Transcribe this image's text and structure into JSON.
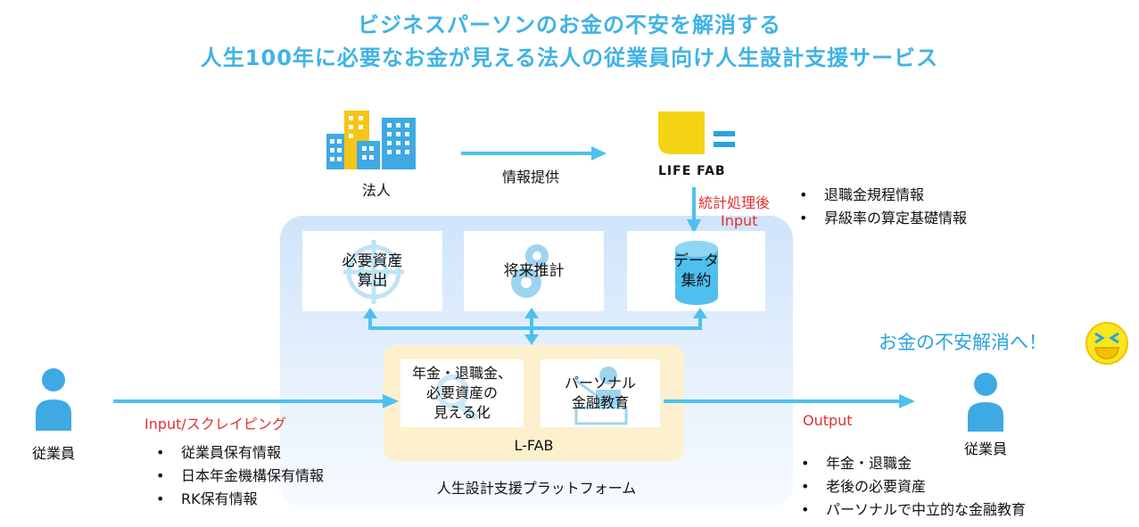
{
  "title": {
    "line1": "ビジネスパーソンのお金の不安を解消する",
    "line2": "人生100年に必要なお金が見える法人の従業員向け人生設計支援サービス"
  },
  "corporation": {
    "label": "法人",
    "icon": "building-icon"
  },
  "info_provision": "情報提供",
  "lifefab": {
    "logo_text": "LIFE FAB",
    "logo_color": "#f5d416"
  },
  "input_top": {
    "line1": "統計処理後",
    "line2": "Input"
  },
  "corp_info": [
    "退職金規程情報",
    "昇級率の算定基礎情報"
  ],
  "modules": [
    {
      "label": "必要資産\n算出",
      "icon": "target-icon"
    },
    {
      "label": "将来推計",
      "icon": "gear-icon"
    },
    {
      "label": "データ\n集約",
      "icon": "database-icon"
    }
  ],
  "lfab_cards": {
    "visual": "年金・退職金、\n必要資産の\n見える化",
    "education": "パーソナル\n金融教育"
  },
  "lfab_label": "L-FAB",
  "platform_label": "人生設計支援プラットフォーム",
  "employee_left": {
    "label": "従業員",
    "icon": "person-icon"
  },
  "input_left": "Input/スクレイピング",
  "employee_info": [
    "従業員保有情報",
    "日本年金機構保有情報",
    "RK保有情報"
  ],
  "output": {
    "label": "Output",
    "items": [
      "年金・退職金",
      "老後の必要資産",
      "パーソナルで中立的な金融教育"
    ]
  },
  "employee_right": {
    "label": "従業員",
    "icon": "person-icon"
  },
  "relief": {
    "text": "お金の不安解消へ！",
    "icon": "laughing-face-icon"
  },
  "colors": {
    "accent": "#3fb3e6",
    "arrow": "#4ec0ee",
    "input_red": "#e0312f",
    "lfab_bg": "#fdf0cf",
    "platform": "#cfe4fb"
  }
}
